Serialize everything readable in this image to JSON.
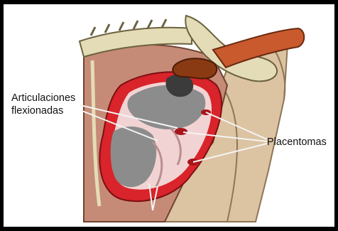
{
  "labels": {
    "flexed_joints_line1": "Articulaciones",
    "flexed_joints_line2": "flexionadas",
    "placentomes": "Placentomas"
  },
  "colors": {
    "frame": "#000000",
    "background": "#ffffff",
    "leg": "#dcc3a2",
    "body_wall": "#c58b76",
    "uterus": "#d8242a",
    "fetal_skin": "#f2d3d4",
    "fetal_coat": "#8c8c8c",
    "bone": "#e4dcb6",
    "hand": "#8a3a12",
    "arm_sleeve": "#c85a2e"
  },
  "icons": [
    "spine-vertebrae",
    "pelvis-bone",
    "veterinarian-hand",
    "fetal-calf",
    "uterus",
    "placentome"
  ]
}
